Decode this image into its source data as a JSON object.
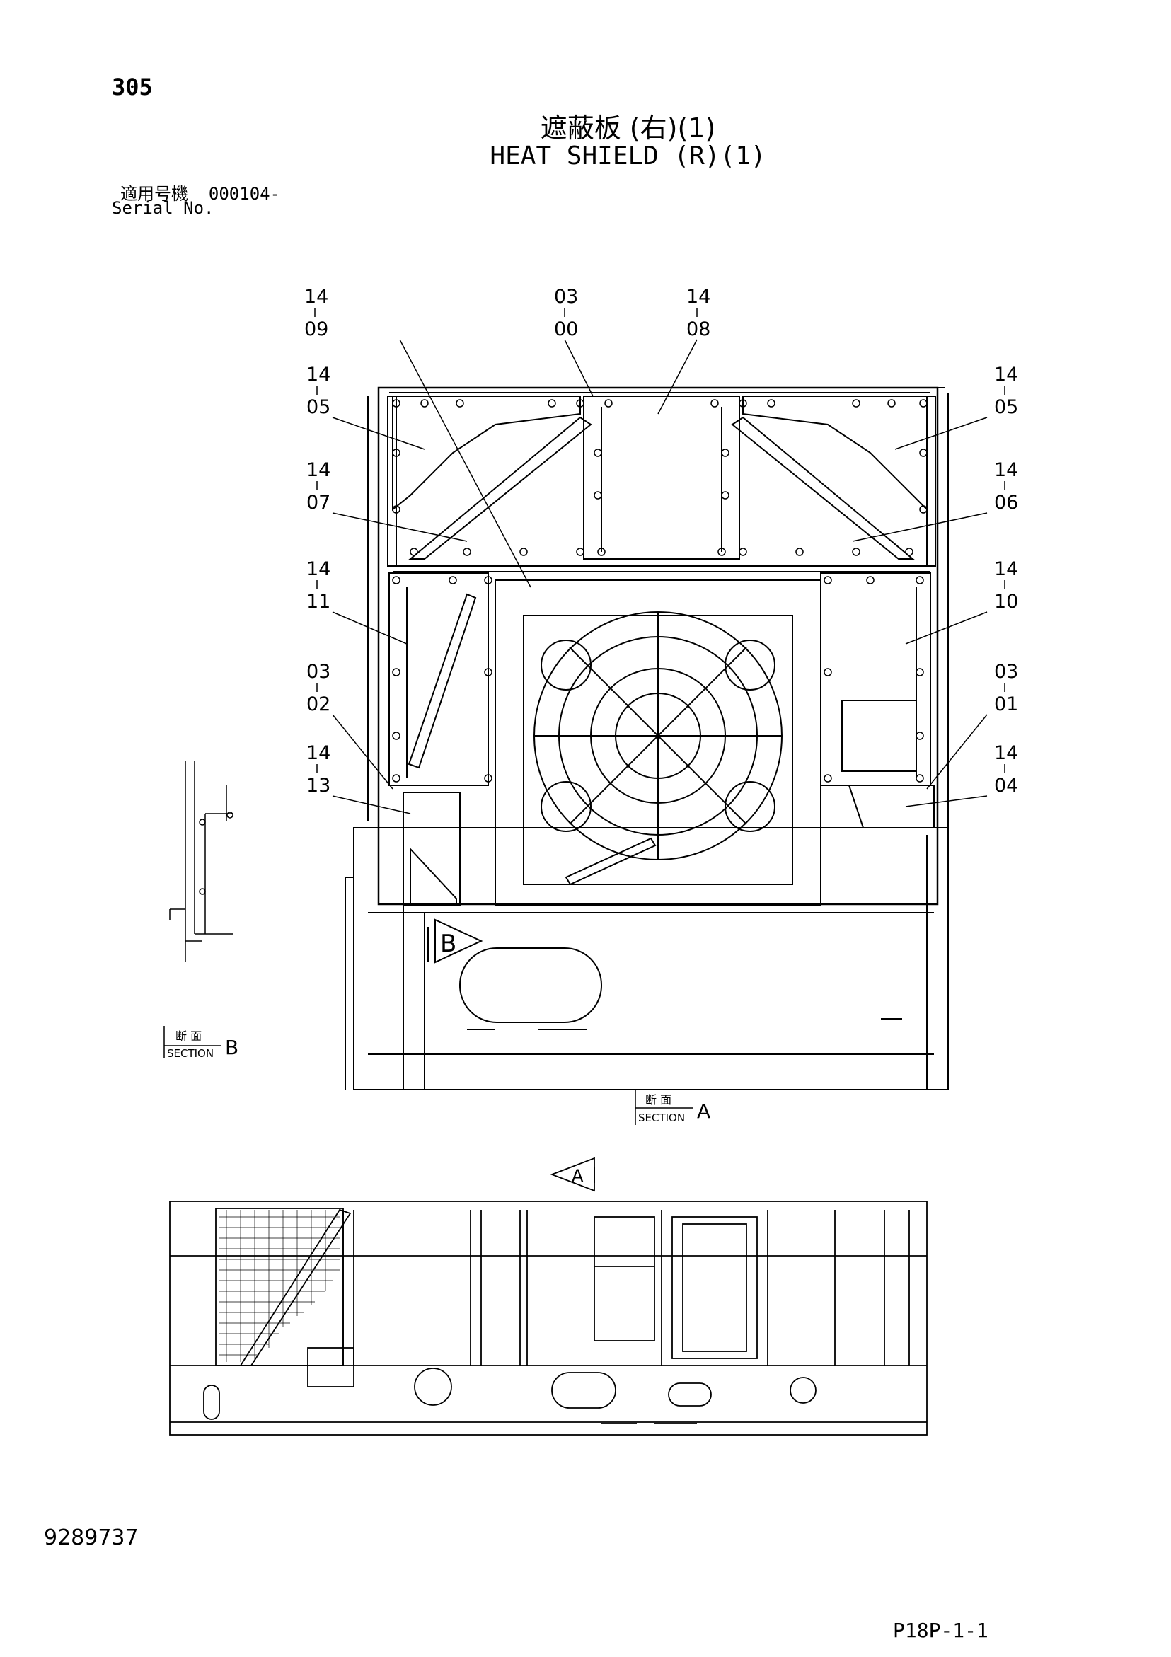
{
  "header": {
    "page_number": "305",
    "title_jp": "遮蔽板 (右)(1)",
    "title_en": "HEAT SHIELD (R)(1)",
    "serial_label_jp": "適用号機",
    "serial_value": "000104-",
    "serial_label_en": "Serial No."
  },
  "footer": {
    "document_number": "9289737",
    "page_code": "P18P-1-1"
  },
  "callouts": [
    {
      "id": "c1409",
      "top": "14",
      "bottom": "09"
    },
    {
      "id": "c0300",
      "top": "03",
      "bottom": "00"
    },
    {
      "id": "c1408",
      "top": "14",
      "bottom": "08"
    },
    {
      "id": "c1405L",
      "top": "14",
      "bottom": "05"
    },
    {
      "id": "c1405R",
      "top": "14",
      "bottom": "05"
    },
    {
      "id": "c1407",
      "top": "14",
      "bottom": "07"
    },
    {
      "id": "c1406",
      "top": "14",
      "bottom": "06"
    },
    {
      "id": "c1411",
      "top": "14",
      "bottom": "11"
    },
    {
      "id": "c1410",
      "top": "14",
      "bottom": "10"
    },
    {
      "id": "c0302",
      "top": "03",
      "bottom": "02"
    },
    {
      "id": "c0301",
      "top": "03",
      "bottom": "01"
    },
    {
      "id": "c1413",
      "top": "14",
      "bottom": "13"
    },
    {
      "id": "c1404",
      "top": "14",
      "bottom": "04"
    }
  ],
  "section_labels": {
    "section_b_jp": "断 面",
    "section_b_en": "SECTION",
    "section_b_letter": "B",
    "section_a_jp": "断 面",
    "section_a_en": "SECTION",
    "section_a_letter": "A",
    "view_b_letter": "B",
    "view_a_letter": "A"
  }
}
